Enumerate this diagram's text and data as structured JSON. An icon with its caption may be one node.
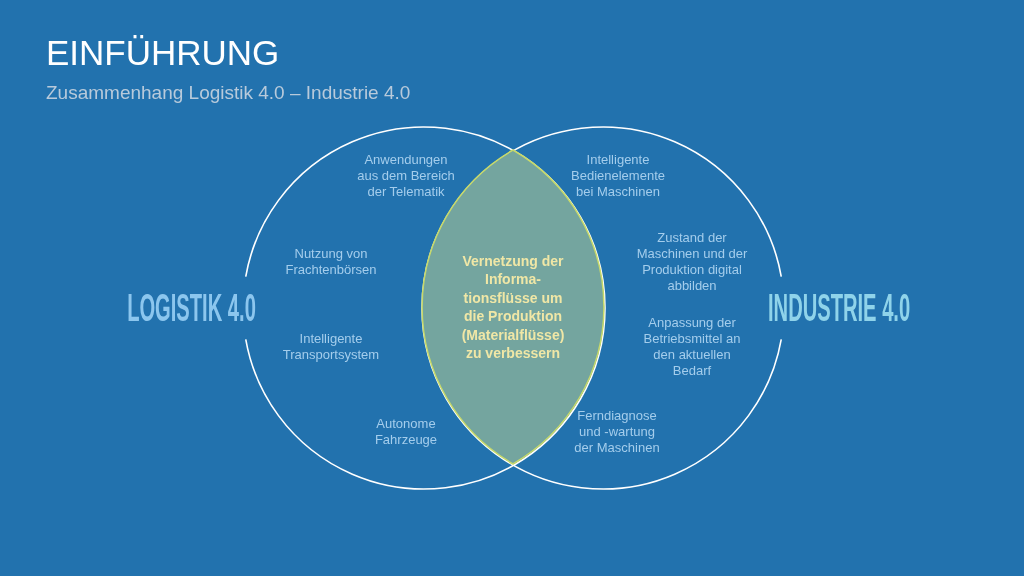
{
  "diagram": {
    "title": "EINFÜHRUNG",
    "nodes": [
      {
        "text": [
          "LOGISTIK 4.0",
          "Anwendungen aus dem Bereich der Telematik",
          "Nutzung von Frachtenbörsen",
          "Intelligente Transportsystem",
          "Autonome Fahrzeuge"
        ]
      },
      {
        "text": [
          "Vernetzung der Informa- tionsflüsse um die Produktion (Materialflüsse) zu verbessern"
        ]
      },
      {
        "text": [
          "INDUSTRIE 4.0",
          "Intelligente Bedienelemente bei Maschinen",
          "Zustand der Maschinen und der Produktion digital abbilden",
          "Anpassung der Betriebsmittel an den aktuellen Bedarf",
          "Ferndiagnose und -wartung der Maschinen"
        ]
      }
    ],
    "labels": [
      "Zusammenhang Logistik 4.0 – Industrie 4.0"
    ]
  }
}
